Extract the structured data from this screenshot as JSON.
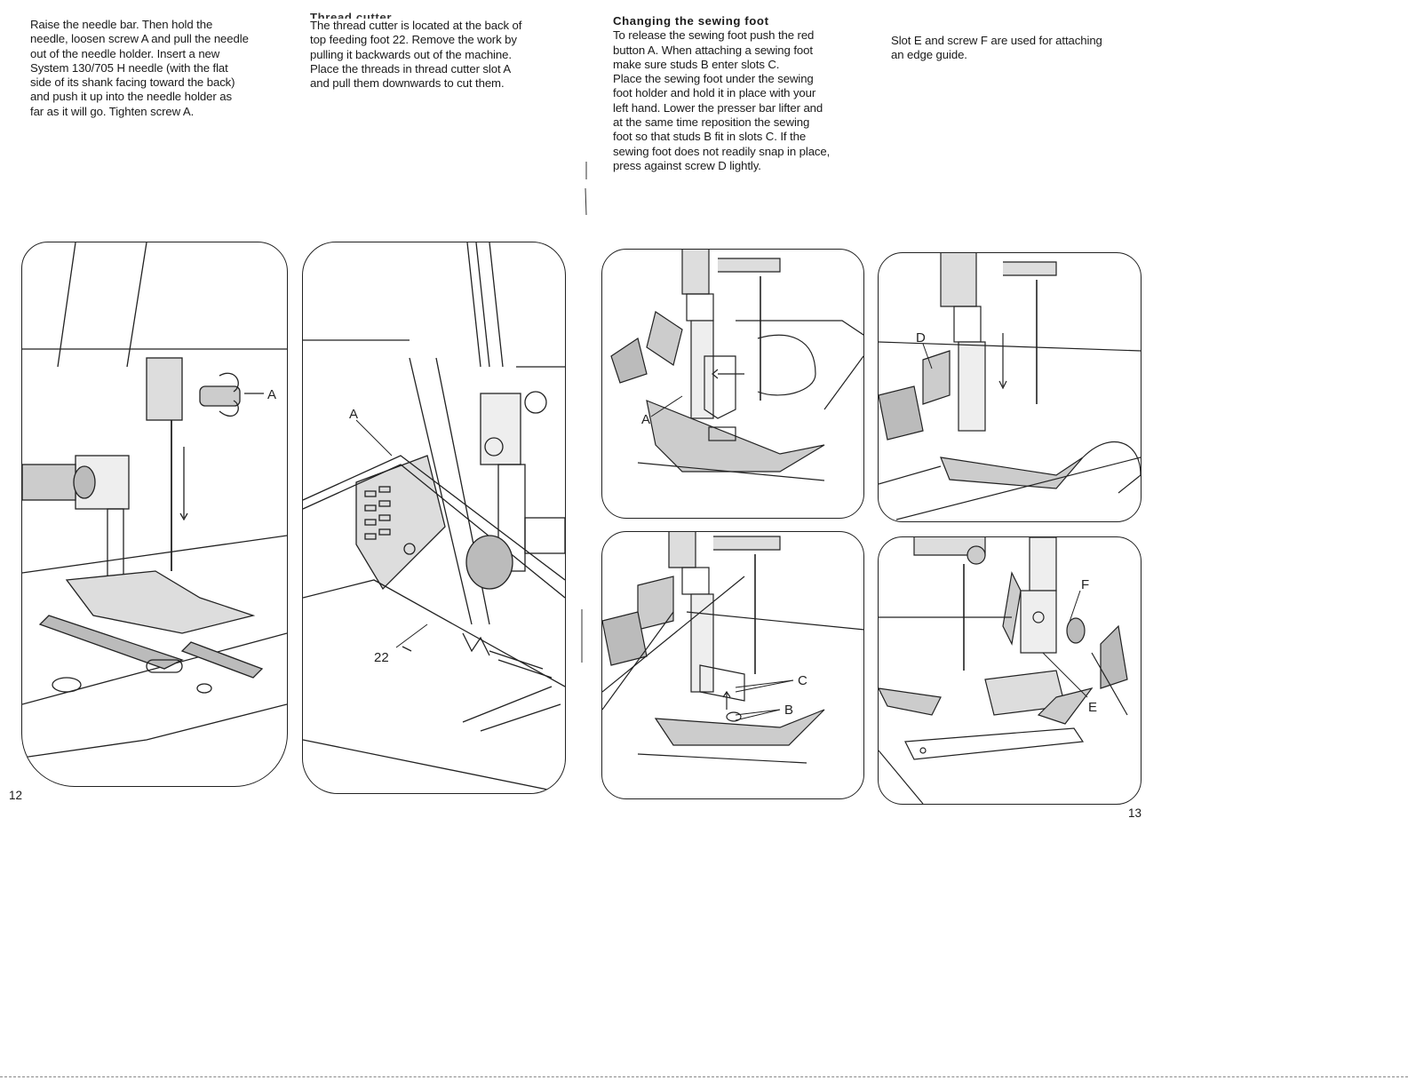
{
  "col1": {
    "text": "Raise the needle bar. Then hold the\nneedle, loosen screw A and pull the needle\nout of the needle holder. Insert a new\nSystem 130/705 H needle (with the flat\nside of its shank facing toward the back)\nand push it up into the needle holder as\nfar as it will go. Tighten screw A."
  },
  "col2": {
    "heading": "Thread cutter",
    "text": "The thread cutter is located at the back of\ntop feeding foot 22. Remove the work by\npulling it backwards out of the machine.\nPlace the threads in thread cutter slot A\nand pull them downwards to cut them."
  },
  "col3": {
    "heading": "Changing the sewing foot",
    "text": "To release the sewing foot push the red\nbutton A. When attaching a sewing foot\nmake sure studs B enter slots C.\nPlace the sewing foot under the sewing\nfoot holder and hold it in place with your\nleft hand. Lower the presser bar lifter and\nat the same time reposition the sewing\nfoot so that studs B fit in slots C. If the\nsewing foot does not readily snap in place,\npress against screw D lightly."
  },
  "col4": {
    "text": "Slot E and screw F are used for attaching\nan edge guide."
  },
  "figures": {
    "fig1": {
      "label_a": "A"
    },
    "fig2": {
      "label_a": "A",
      "label_22": "22"
    },
    "fig3": {
      "label_a": "A"
    },
    "fig4": {
      "label_d": "D"
    },
    "fig5": {
      "label_c": "C",
      "label_b": "B"
    },
    "fig6": {
      "label_f": "F",
      "label_e": "E"
    }
  },
  "page_numbers": {
    "left": "12",
    "right": "13"
  }
}
